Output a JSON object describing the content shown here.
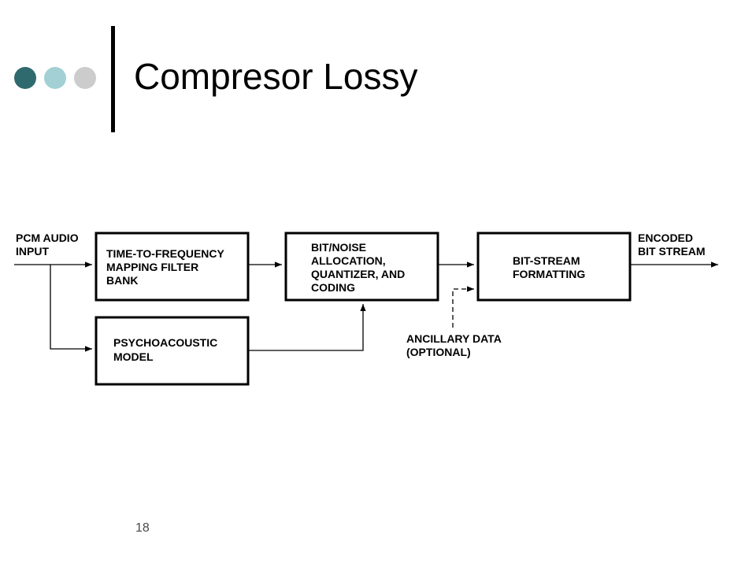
{
  "slide": {
    "title": "Compresor Lossy",
    "page_number": "18",
    "accent_colors": [
      "#2f6a6e",
      "#a3d0d4",
      "#cccccc"
    ]
  },
  "diagram": {
    "input_label": [
      "PCM AUDIO",
      "INPUT"
    ],
    "output_label": [
      "ENCODED",
      "BIT STREAM"
    ],
    "blocks": {
      "filter_bank": [
        "TIME-TO-FREQUENCY",
        "MAPPING FILTER",
        "BANK"
      ],
      "psychoacoustic": [
        "PSYCHOACOUSTIC",
        "MODEL"
      ],
      "allocation": [
        "BIT/NOISE",
        "ALLOCATION,",
        "QUANTIZER, AND",
        "CODING"
      ],
      "formatting": [
        "BIT-STREAM",
        "FORMATTING"
      ]
    },
    "ancillary_label": [
      "ANCILLARY DATA",
      "(OPTIONAL)"
    ]
  }
}
